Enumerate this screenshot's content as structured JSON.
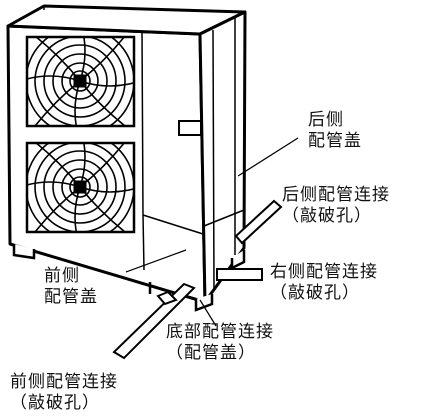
{
  "labels": {
    "rear_cover": {
      "line1": "后侧",
      "line2": "配管盖"
    },
    "rear_connection": {
      "line1": "后侧配管连接",
      "line2": "（敲破孔）"
    },
    "right_connection": {
      "line1": "右侧配管连接",
      "line2": "（敲破孔）"
    },
    "front_cover": {
      "line1": "前侧",
      "line2": "配管盖"
    },
    "bottom_connection": {
      "line1": "底部配管连接",
      "line2": "（配管盖）"
    },
    "front_connection": {
      "line1": "前侧配管连接",
      "line2": "（敲破孔）"
    }
  }
}
